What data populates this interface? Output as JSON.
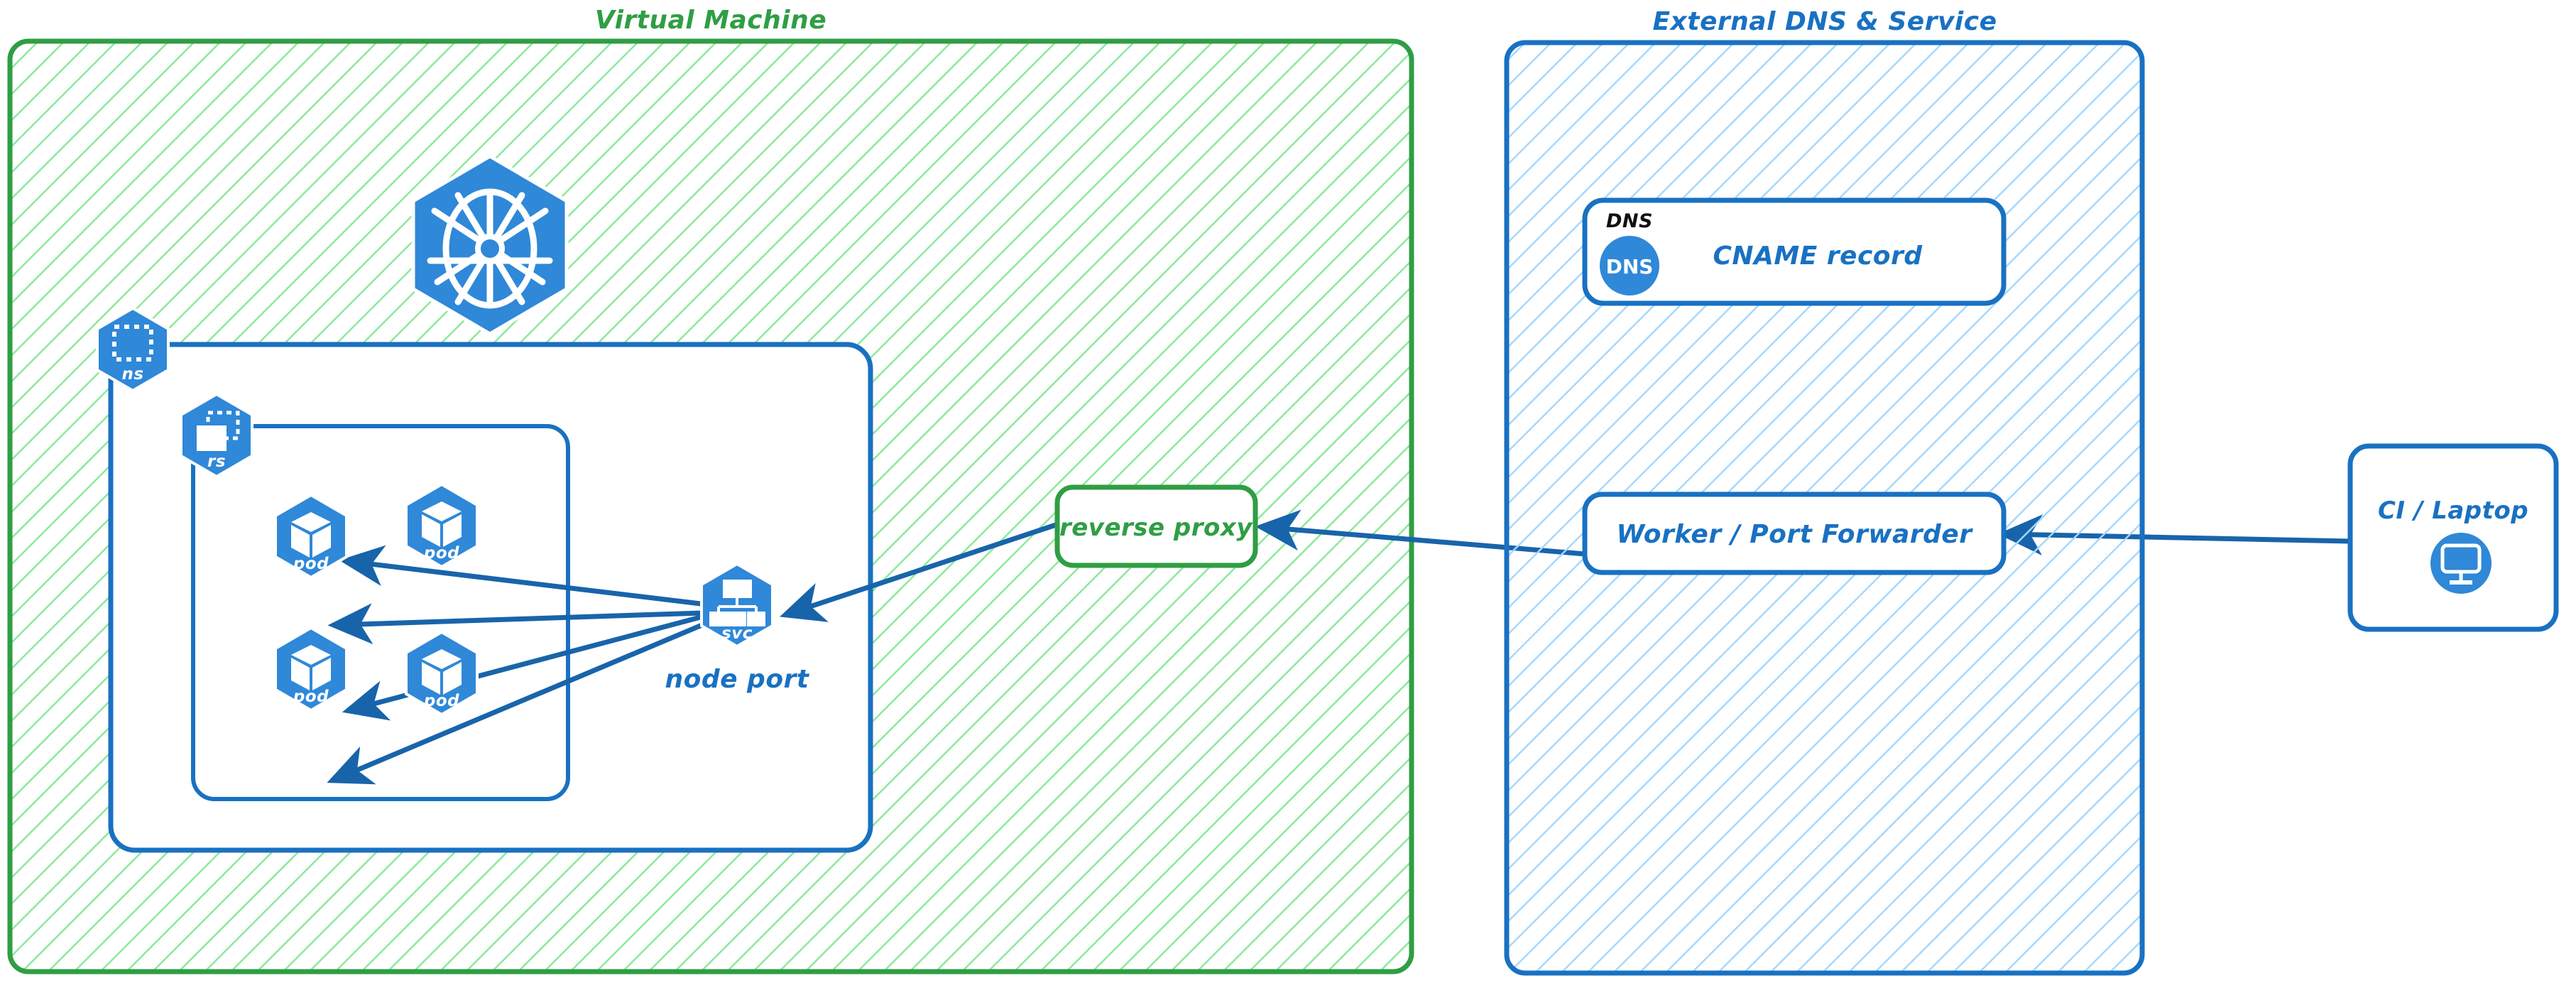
{
  "diagram": {
    "type": "architecture-diagram",
    "style": "hand-drawn-excalidraw",
    "colors": {
      "green_stroke": "#2f9e44",
      "green_hatch": "#8ce99a",
      "blue_stroke": "#1971c2",
      "blue_hatch": "#a5d8ff",
      "k8s_blue": "#2f88d8",
      "arrow": "#1864ab",
      "black_text": "#111111",
      "white_fill": "#ffffff"
    }
  },
  "panels": {
    "vm": {
      "title": "Virtual Machine",
      "hatch": "green"
    },
    "external": {
      "title": "External DNS & Service",
      "hatch": "blue"
    }
  },
  "vm": {
    "kubernetes_logo": {
      "icon": "kubernetes-wheel-icon",
      "caption": ""
    },
    "namespace": {
      "icon": "kubernetes-ns-icon",
      "caption": "ns"
    },
    "replicaset": {
      "icon": "kubernetes-rs-icon",
      "caption": "rs"
    },
    "pods": [
      {
        "icon": "kubernetes-pod-icon",
        "caption": "pod"
      },
      {
        "icon": "kubernetes-pod-icon",
        "caption": "pod"
      },
      {
        "icon": "kubernetes-pod-icon",
        "caption": "pod"
      },
      {
        "icon": "kubernetes-pod-icon",
        "caption": "pod"
      }
    ],
    "service": {
      "icon": "kubernetes-svc-icon",
      "caption": "svc",
      "label": "node port"
    },
    "reverse_proxy": {
      "label": "reverse proxy"
    }
  },
  "external": {
    "dns_card": {
      "header": "DNS",
      "chip_text": "DNS",
      "label": "CNAME record"
    },
    "worker": {
      "label": "Worker / Port Forwarder"
    }
  },
  "client": {
    "box": {
      "label": "CI / Laptop",
      "icon": "desktop-monitor-icon"
    }
  },
  "edges": [
    {
      "from": "node-port-svc",
      "to": "pod-1",
      "arrow": "single"
    },
    {
      "from": "node-port-svc",
      "to": "pod-2",
      "arrow": "single"
    },
    {
      "from": "node-port-svc",
      "to": "pod-3",
      "arrow": "single"
    },
    {
      "from": "node-port-svc",
      "to": "pod-4",
      "arrow": "single"
    },
    {
      "from": "reverse-proxy",
      "to": "node-port-svc",
      "arrow": "single"
    },
    {
      "from": "worker-port-forwarder",
      "to": "reverse-proxy",
      "arrow": "single"
    },
    {
      "from": "ci-laptop",
      "to": "worker-port-forwarder",
      "arrow": "single"
    }
  ]
}
